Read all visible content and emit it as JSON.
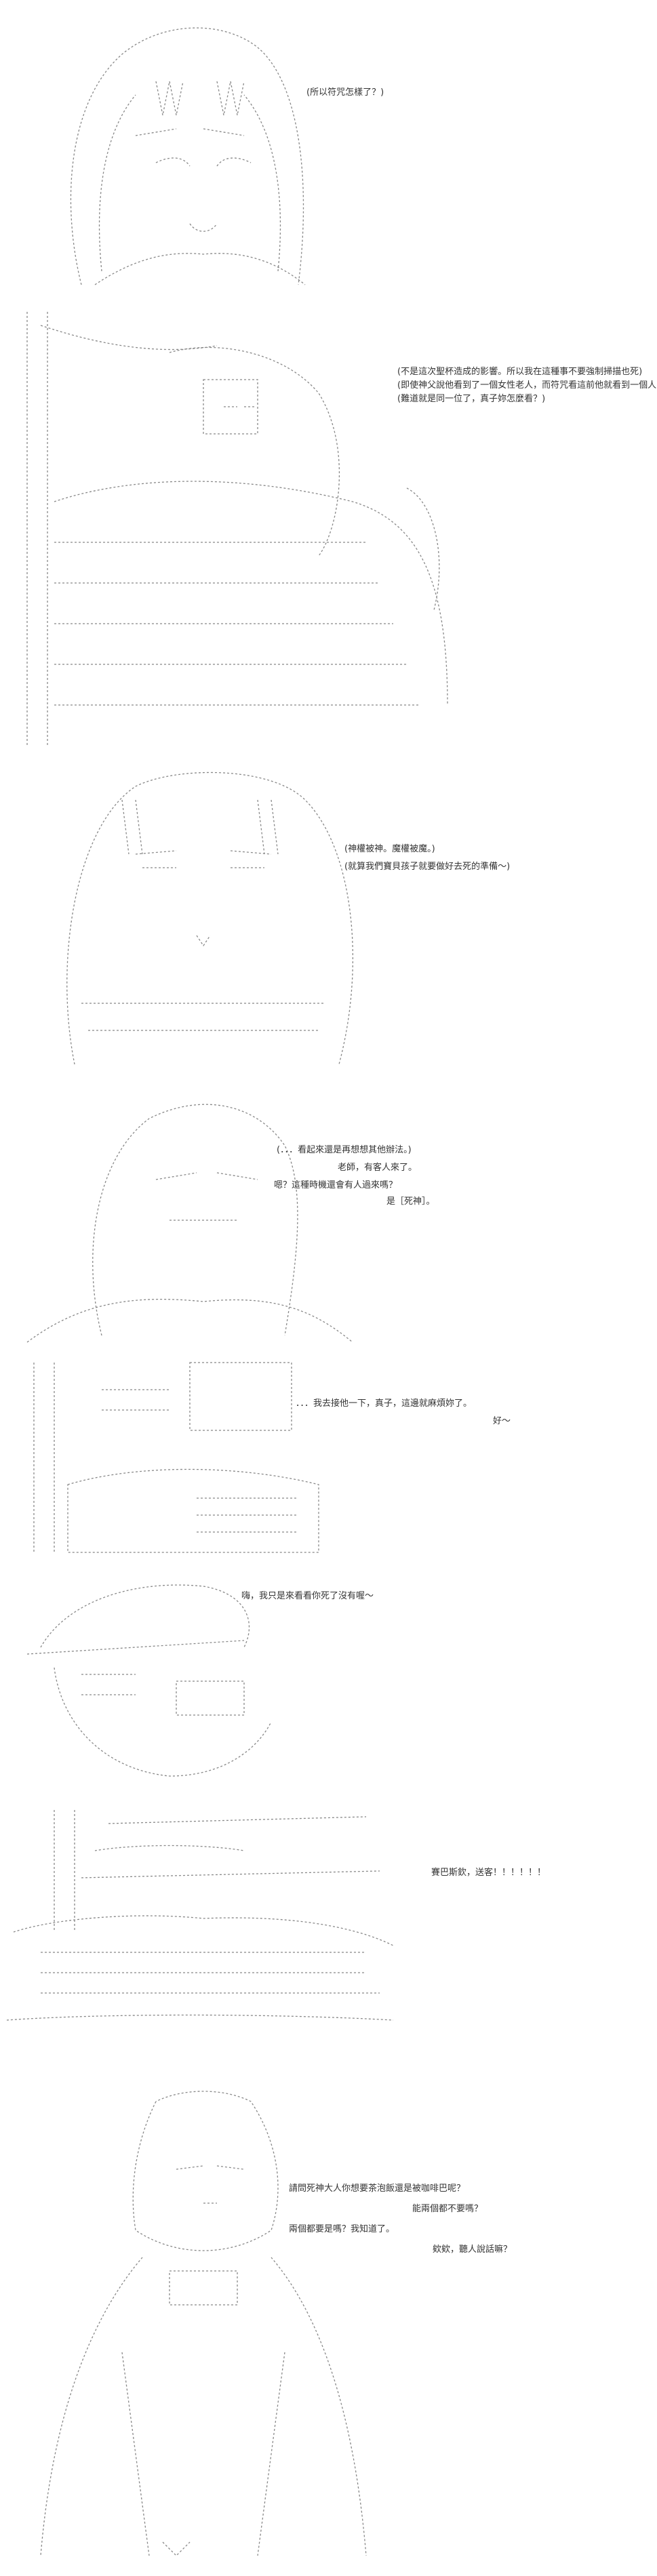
{
  "panels": [
    {
      "lines": [
        "(所以符咒怎樣了？)"
      ]
    },
    {
      "lines": [
        "(不是這次聖杯造成的影響。所以我在這種事不要強制掃描也死)",
        "(即使神父說他看到了一個女性老人，而符咒看這前他就看到一個人)",
        "(難道就是同一位了，真子妳怎麼看？)"
      ]
    },
    {
      "lines": [
        "(神權被神。魔權被魔。)",
        "(就算我們寶貝孩子就要做好去死的準備～)"
      ]
    },
    {
      "lines": [
        "(．．．看起來還是再想想其他辦法。)",
        "老師，有客人來了。",
        "嗯？這種時機還會有人過來嗎？",
        "是［死神］。"
      ]
    },
    {
      "lines": [
        "．．．我去接他一下，真子，這邊就麻煩妳了。",
        "好～"
      ]
    },
    {
      "lines": [
        "嗨，我只是來看看你死了沒有喔～"
      ]
    },
    {
      "lines": [
        "賽巴斯欽，送客！！！！！！"
      ]
    },
    {
      "lines": [
        "請問死神大人你想要茶泡飯還是被咖啡巴呢？",
        "能兩個都不要嗎？",
        "兩個都要是嗎？我知道了。",
        "欸欸，聽人說話嘛？"
      ]
    }
  ]
}
